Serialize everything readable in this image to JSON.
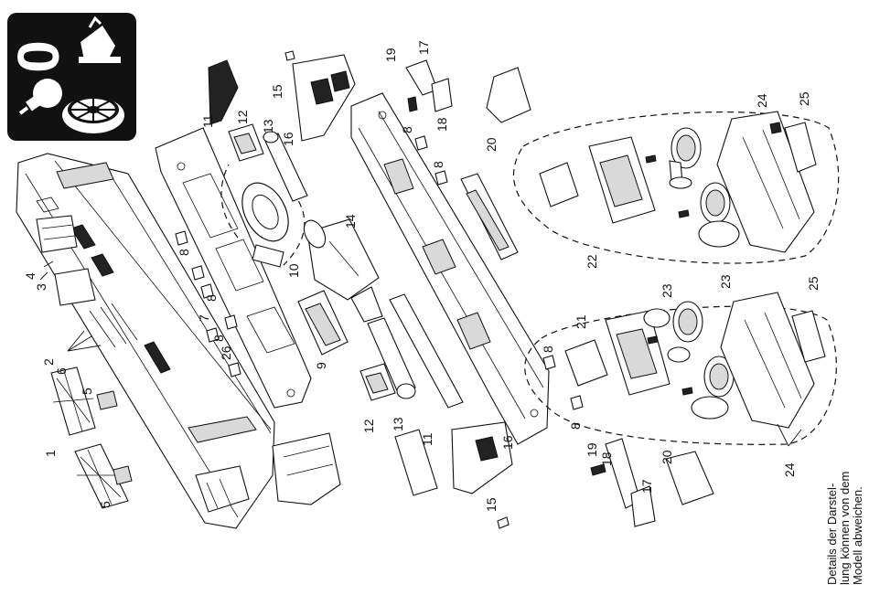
{
  "icon_box": {
    "digit": "0",
    "icons": [
      "light-bulb-icon",
      "pantograph-icon",
      "sound-speaker-icon"
    ]
  },
  "callouts": {
    "c1": "1",
    "c2": "2",
    "c3": "3",
    "c4": "4",
    "c5a": "5",
    "c5b": "5",
    "c6": "6",
    "c7": "7",
    "c8a": "8",
    "c8b": "8",
    "c8c": "8",
    "c8d": "8",
    "c8e": "8",
    "c8f": "8",
    "c8g": "8",
    "c9": "9",
    "c10": "10",
    "c11a": "11",
    "c11b": "11",
    "c12a": "12",
    "c12b": "12",
    "c13a": "13",
    "c13b": "13",
    "c14": "14",
    "c15a": "15",
    "c15b": "15",
    "c16a": "16",
    "c16b": "16",
    "c17a": "17",
    "c17b": "17",
    "c18a": "18",
    "c18b": "18",
    "c19a": "19",
    "c19b": "19",
    "c20a": "20",
    "c20b": "20",
    "c21": "21",
    "c22": "22",
    "c23a": "23",
    "c23b": "23",
    "c24a": "24",
    "c24b": "24",
    "c25a": "25",
    "c25b": "25",
    "c26": "26"
  },
  "note": {
    "line1": "Details der Darstel-",
    "line2": "lung können von dem",
    "line3": "Modell abweichen."
  }
}
